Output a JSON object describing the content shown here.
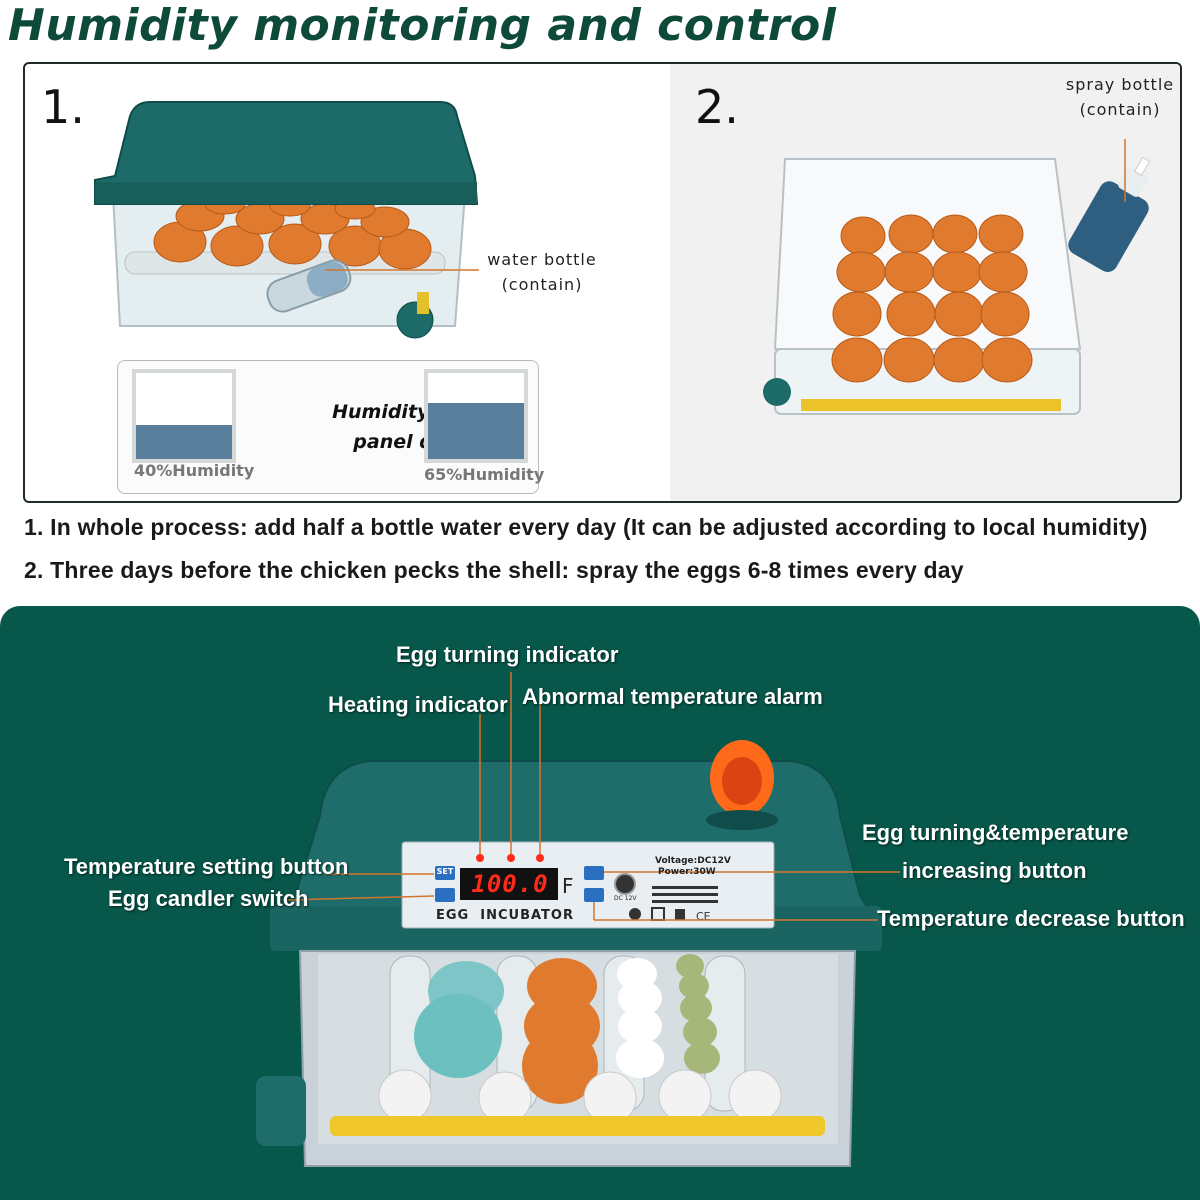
{
  "title": "Humidity monitoring and control",
  "panel1": {
    "number": "1.",
    "water_bottle": "water bottle",
    "water_bottle_sub": "(contain)",
    "humidity_panel": {
      "low_label": "40%Humidity",
      "low_value": 0.4,
      "high_label": "65%Humidity",
      "high_value": 0.65,
      "design_line1": "Humidity control",
      "design_line2": "panel design"
    }
  },
  "panel2": {
    "number": "2.",
    "spray_bottle": "spray bottle",
    "spray_bottle_sub": "(contain)"
  },
  "instructions": {
    "line1": "1. In whole process: add half a bottle water every day  (It can be adjusted according to local humidity)",
    "line2": "2. Three days before the chicken pecks the shell: spray the eggs 6-8 times every day"
  },
  "control_panel": {
    "labels": {
      "egg_turning_indicator": "Egg turning indicator",
      "heating_indicator": "Heating indicator",
      "abnormal_alarm": "Abnormal temperature alarm",
      "temp_setting": "Temperature setting button",
      "candler_switch": "Egg candler switch",
      "egg_turning_temp_line1": "Egg turning&temperature",
      "egg_turning_temp_line2": "increasing button",
      "temp_decrease": "Temperature decrease button"
    },
    "display": "100.0",
    "unit": "F",
    "voltage": "Voltage:DC12V",
    "power": "Power:30W",
    "dc_label": "DC 12V",
    "set_button": "SET",
    "device_name": "EGG  INCUBATOR"
  },
  "colors": {
    "brand_green": "#07574a",
    "title_green": "#0d4a3a",
    "display_red": "#ff2a1a",
    "egg_orange": "#e07a2e",
    "callout_line": "#d2762c"
  }
}
